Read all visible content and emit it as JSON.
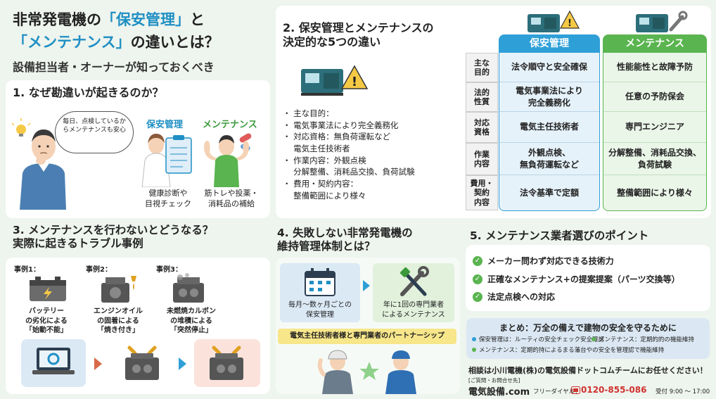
{
  "header": {
    "title_line1_pre": "非常発電機の",
    "title_line1_hl": "「保安管理」",
    "title_line1_post": "と",
    "title_line2_hl": "「メンテナンス」",
    "title_line2_post": "の違いとは？",
    "subtitle": "設備担当者・オーナーが知っておくべき"
  },
  "section1": {
    "title": "1. なぜ勘違いが起きるのか？",
    "bubble": "毎日、点検しているからメンテナンスも安心",
    "hoan_label": "保安管理",
    "maint_label": "メンテナンス",
    "hoan_caption_1": "健康診断や",
    "hoan_caption_2": "目視チェック",
    "maint_caption_1": "筋トレや投薬・",
    "maint_caption_2": "消耗品の補給"
  },
  "section2": {
    "title_1": "2. 保安管理とメンテナンスの",
    "title_2": "決定的な5つの違い",
    "list": [
      "・ 主な目的：",
      "・ 電気事業法により完全義務化",
      "・ 対応資格：無負荷運転など",
      "　 電気主任技術者",
      "・ 作業内容：外観点検",
      "　 分解整備、消耗品交換、負荷試験",
      "・ 費用・契約内容：",
      "　 整備範囲により様々"
    ],
    "table": {
      "col_hoan": "保安管理",
      "col_maint": "メンテナンス",
      "rows": [
        {
          "label": "主な\n目的",
          "hoan": "法令順守と安全確保",
          "maint": "性能能性と故障予防"
        },
        {
          "label": "法的\n性質",
          "hoan": "電気事業法により\n完全義務化",
          "maint": "任意の予防保会"
        },
        {
          "label": "対応\n資格",
          "hoan": "電気主任技術者",
          "maint": "専門エンジニア"
        },
        {
          "label": "作業\n内容",
          "hoan": "外観点検、\n無負荷運転など",
          "maint": "分解整備、消耗品交換、\n負荷試験"
        },
        {
          "label": "費用・\n契約\n内容",
          "hoan": "法令基準で定額",
          "maint": "整備範囲により様々"
        }
      ]
    }
  },
  "section3": {
    "title_1": "3. メンテナンスを行わないとどうなる？",
    "title_2": "実際に起きるトラブル事例",
    "cases": [
      {
        "label": "事例1：",
        "cap_1": "バッテリー",
        "cap_2": "の劣化による",
        "cap_3": "「始動不能」"
      },
      {
        "label": "事例2：",
        "cap_1": "エンジンオイル",
        "cap_2": "の固着による",
        "cap_3": "「焼き付き」"
      },
      {
        "label": "事例3：",
        "cap_1": "未燃焼カルボン",
        "cap_2": "の堆積による",
        "cap_3": "「突然停止」"
      }
    ]
  },
  "section4": {
    "title_1": "4. 失敗しない非常発電機の",
    "title_2": "維持管理体制とは？",
    "box1_1": "毎月～数ヶ月ごとの",
    "box1_2": "保安管理",
    "box2_1": "年に1回の専門業者",
    "box2_2": "によるメンテナンス",
    "partnership": "電気主任技術者様と専門業者のパートナーシップ"
  },
  "section5": {
    "title": "5. メンテナンス業者選びのポイント",
    "points": [
      "メーカー問わず対応できる技術力",
      "正確なメンテナンス+の提案提案（パーツ交換等）",
      "法定点検への対応"
    ]
  },
  "summary": {
    "title": "まとめ：万全の備えで建物の安全を守るために",
    "line1_key": "保安管理は：",
    "line1_val": "ルーティの安全チェック安全確認",
    "line2_key": "メンテナンス：",
    "line2_val": "定期的的の機能維持",
    "line3_key": "メンテナンス：",
    "line3_val": "定期的持によるまる藩台やの安全を管理認で機能維持"
  },
  "footer": {
    "cta": "相談は小川電機(株)の電気設備ドットコムチームにお任せください！",
    "small": "ご質問・お問合せ先",
    "brand": "電気設備.com",
    "free_label": "フリーダイヤル：",
    "phone": "0120-855-086",
    "hours": "受付 9:00 ～ 17:00"
  },
  "colors": {
    "blue": "#2f9fd8",
    "green": "#5ab44f",
    "accent_red": "#d0312d"
  }
}
